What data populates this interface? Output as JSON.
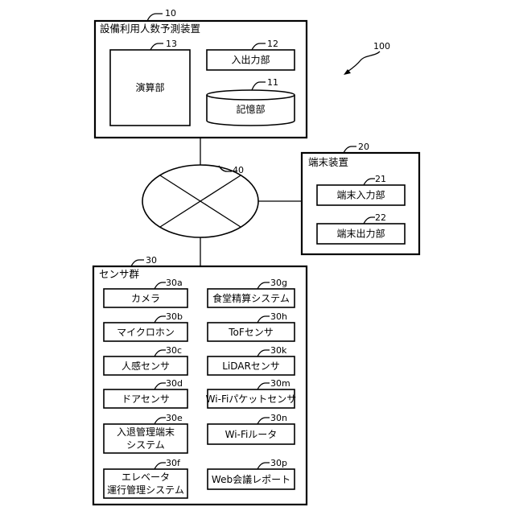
{
  "figure_ref": "100",
  "device": {
    "ref": "10",
    "title": "設備利用人数予測装置",
    "compute": {
      "ref": "13",
      "label": "演算部"
    },
    "io": {
      "ref": "12",
      "label": "入出力部"
    },
    "storage": {
      "ref": "11",
      "label": "記憶部"
    }
  },
  "network": {
    "ref": "40"
  },
  "terminal": {
    "ref": "20",
    "title": "端末装置",
    "input": {
      "ref": "21",
      "label": "端末入力部"
    },
    "output": {
      "ref": "22",
      "label": "端末出力部"
    }
  },
  "sensors": {
    "ref": "30",
    "title": "センサ群",
    "left": [
      {
        "ref": "30a",
        "label": "カメラ"
      },
      {
        "ref": "30b",
        "label": "マイクロホン"
      },
      {
        "ref": "30c",
        "label": "人感センサ"
      },
      {
        "ref": "30d",
        "label": "ドアセンサ"
      },
      {
        "ref": "30e",
        "line1": "入退管理端末",
        "line2": "システム"
      },
      {
        "ref": "30f",
        "line1": "エレベータ",
        "line2": "運行管理システム"
      }
    ],
    "right": [
      {
        "ref": "30g",
        "label": "食堂精算システム"
      },
      {
        "ref": "30h",
        "label": "ToFセンサ"
      },
      {
        "ref": "30k",
        "label": "LiDARセンサ"
      },
      {
        "ref": "30m",
        "label": "Wi-Fiパケットセンサ"
      },
      {
        "ref": "30n",
        "label": "Wi-Fiルータ"
      },
      {
        "ref": "30p",
        "label": "Web会議レポート"
      }
    ]
  }
}
